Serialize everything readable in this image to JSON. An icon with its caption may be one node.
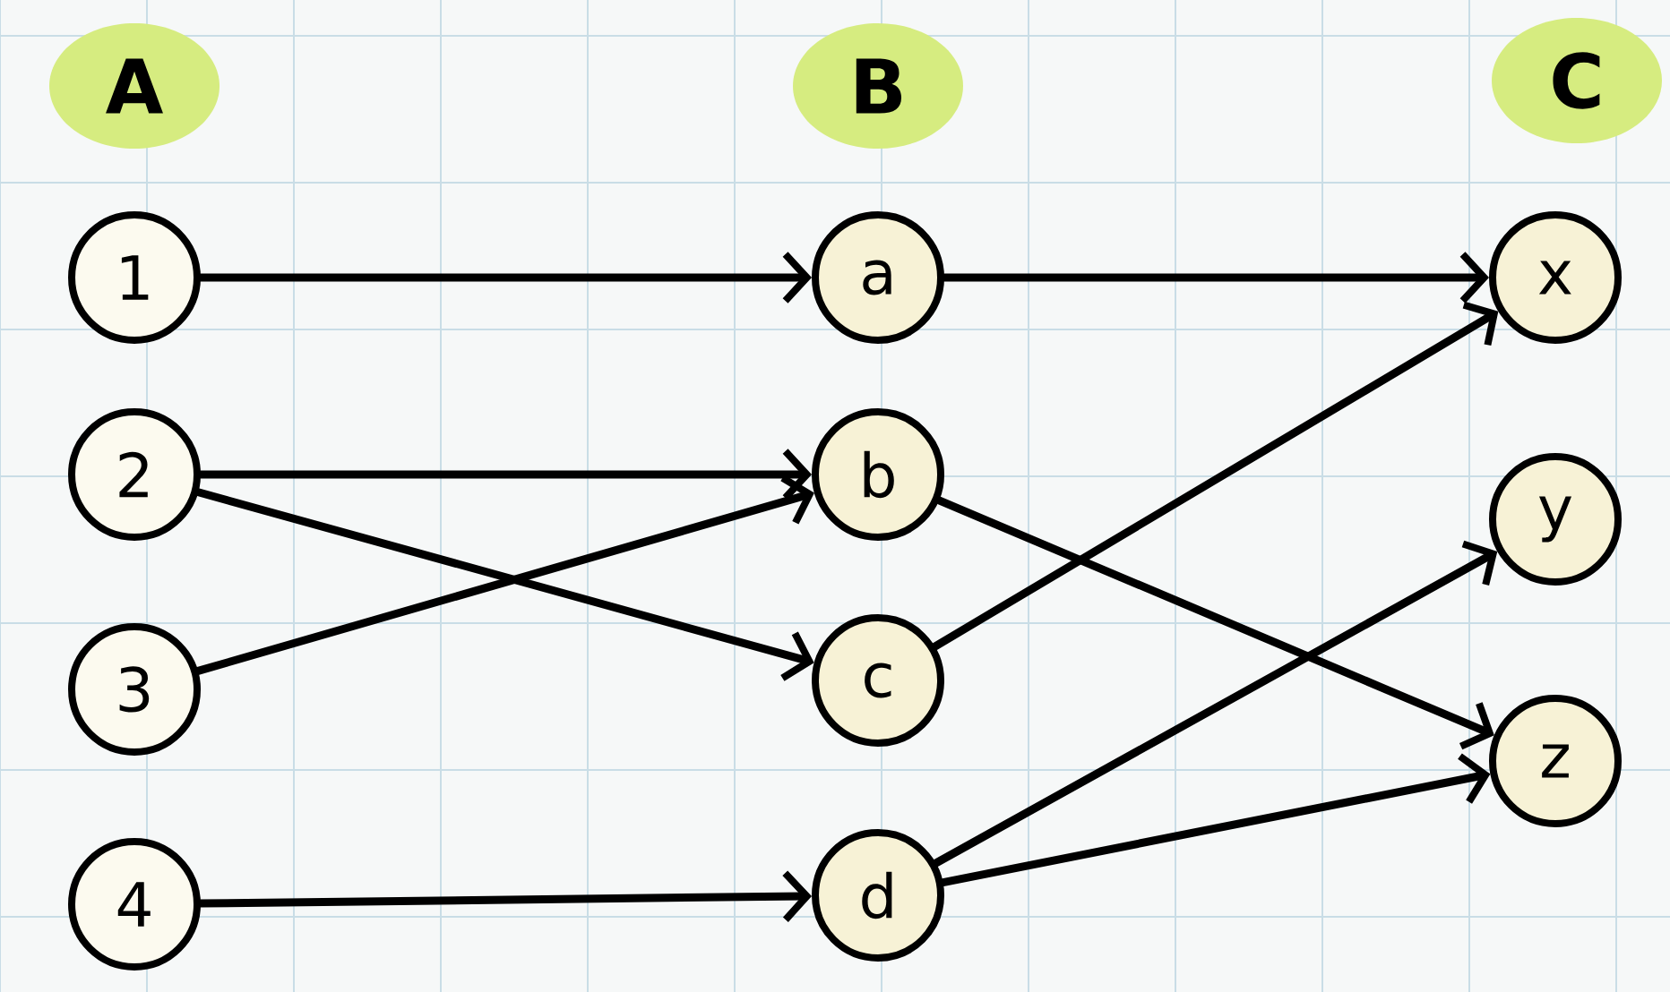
{
  "diagram": {
    "nodes": [
      {
        "text": [
          "A"
        ]
      },
      {
        "text": [
          "B"
        ]
      },
      {
        "text": [
          "C"
        ]
      },
      {
        "text": [
          "1"
        ]
      },
      {
        "text": [
          "2"
        ]
      },
      {
        "text": [
          "3"
        ]
      },
      {
        "text": [
          "4"
        ]
      },
      {
        "text": [
          "a"
        ]
      },
      {
        "text": [
          "b"
        ]
      },
      {
        "text": [
          "c"
        ]
      },
      {
        "text": [
          "d"
        ]
      },
      {
        "text": [
          "x"
        ]
      },
      {
        "text": [
          "y"
        ]
      },
      {
        "text": [
          "z"
        ]
      }
    ],
    "edges": [
      {
        "from": 3,
        "to": 7,
        "arrow": "to"
      },
      {
        "from": 4,
        "to": 8,
        "arrow": "to"
      },
      {
        "from": 4,
        "to": 9,
        "arrow": "to"
      },
      {
        "from": 5,
        "to": 8,
        "arrow": "to"
      },
      {
        "from": 6,
        "to": 10,
        "arrow": "to"
      },
      {
        "from": 7,
        "to": 11,
        "arrow": "to"
      },
      {
        "from": 8,
        "to": 13,
        "arrow": "to"
      },
      {
        "from": 9,
        "to": 11,
        "arrow": "to"
      },
      {
        "from": 10,
        "to": 12,
        "arrow": "to"
      },
      {
        "from": 10,
        "to": 13,
        "arrow": "to"
      }
    ]
  }
}
